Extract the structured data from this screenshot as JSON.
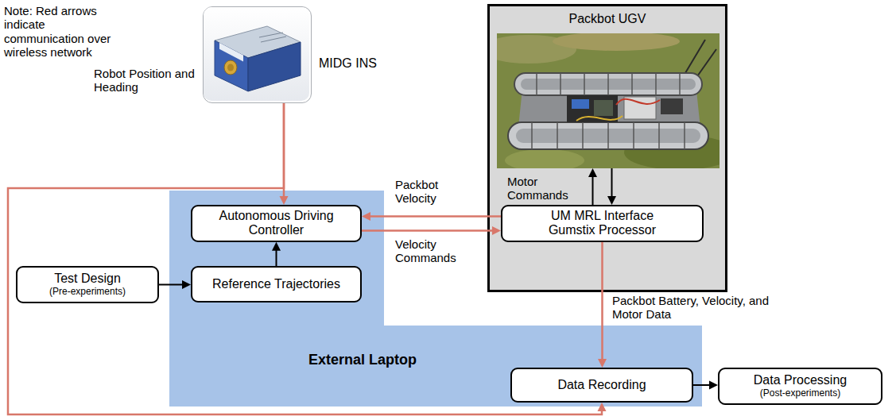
{
  "diagram": {
    "nodes": [
      {
        "text": [
          "MIDG INS"
        ]
      },
      {
        "text": [
          "Packbot UGV"
        ]
      },
      {
        "text": [
          "UM MRL Interface Gumstix Processor"
        ],
        "in": 1
      },
      {
        "text": [
          "External Laptop"
        ]
      },
      {
        "text": [
          "Autonomous Driving Controller"
        ],
        "in": 3
      },
      {
        "text": [
          "Test Design",
          "(Pre-experiments)"
        ]
      },
      {
        "text": [
          "Reference Trajectories"
        ],
        "in": 3
      },
      {
        "text": [
          "Data Recording"
        ],
        "in": 3
      },
      {
        "text": [
          "Data Processing",
          "(Post-experiments)"
        ]
      }
    ],
    "edges": [
      {
        "from": 0,
        "to": 4,
        "arrow": "to",
        "label": "Robot Position and Heading"
      },
      {
        "from": 0,
        "to": 7,
        "arrow": "to"
      },
      {
        "from": 2,
        "to": 4,
        "arrow": "to",
        "label": "Packbot Velocity"
      },
      {
        "from": 4,
        "to": 2,
        "arrow": "to",
        "label": "Velocity Commands"
      },
      {
        "from": 2,
        "to": 1,
        "arrow": "to",
        "label": "Motor Commands"
      },
      {
        "from": 1,
        "to": 2,
        "arrow": "to"
      },
      {
        "from": 2,
        "to": 7,
        "arrow": "to",
        "label": "Packbot Battery, Velocity, and Motor Data"
      },
      {
        "from": 5,
        "to": 6,
        "arrow": "to"
      },
      {
        "from": 6,
        "to": 4,
        "arrow": "to"
      },
      {
        "from": 7,
        "to": 8,
        "arrow": "to"
      }
    ],
    "labels": [
      "Note: Red arrows indicate communication over wireless network"
    ]
  }
}
